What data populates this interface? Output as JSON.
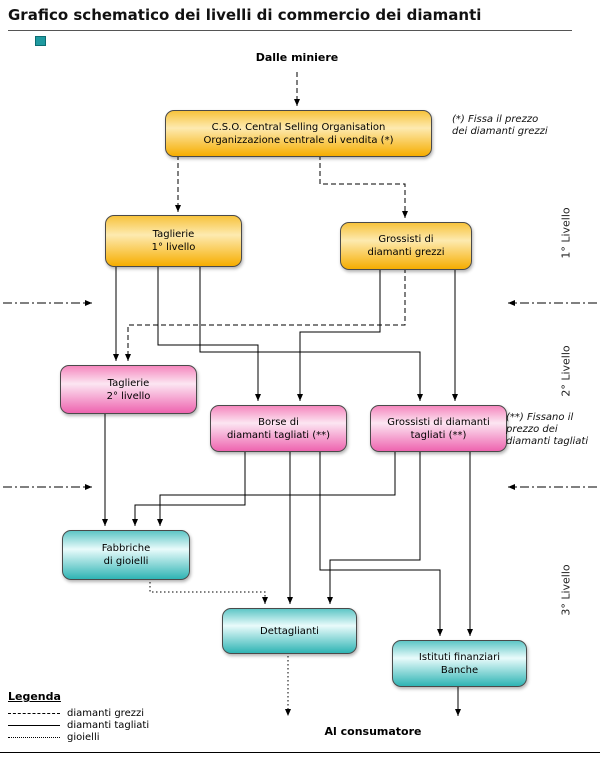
{
  "page": {
    "title": "Grafico schematico dei livelli di commercio dei diamanti"
  },
  "flow": {
    "source_label": "Dalle miniere",
    "consumer_label": "Al consumatore"
  },
  "levels": [
    "1° Livello",
    "2° Livello",
    "3° Livello"
  ],
  "nodes": {
    "cso": {
      "label": "C.S.O. Central Selling Organisation\nOrganizzazione centrale di vendita (*)"
    },
    "taglierie1": {
      "label": "Taglierie\n1° livello"
    },
    "grossisti_grezzi": {
      "label": "Grossisti di\ndiamanti grezzi"
    },
    "taglierie2": {
      "label": "Taglierie\n2° livello"
    },
    "borse": {
      "label": "Borse di\ndiamanti tagliati (**)"
    },
    "grossisti_tagliati": {
      "label": "Grossisti di diamanti\ntagliati (**)"
    },
    "fabbriche": {
      "label": "Fabbriche\ndi gioielli"
    },
    "dettaglianti": {
      "label": "Dettaglianti"
    },
    "istituti": {
      "label": "Istituti finanziari\nBanche"
    }
  },
  "annotations": {
    "star1": "(*) Fissa il prezzo dei diamanti grezzi",
    "star2": "(**) Fissano il prezzo dei diamanti tagliati"
  },
  "legend": {
    "title": "Legenda",
    "items": [
      {
        "style": "dashed",
        "label": "diamanti grezzi"
      },
      {
        "style": "solid",
        "label": "diamanti tagliati"
      },
      {
        "style": "dotted",
        "label": "gioielli"
      }
    ]
  },
  "colors": {
    "level1_box": "#F6AD00",
    "level2_box": "#EE64AF",
    "level3_box": "#2FB4B4",
    "line": "#000000"
  }
}
